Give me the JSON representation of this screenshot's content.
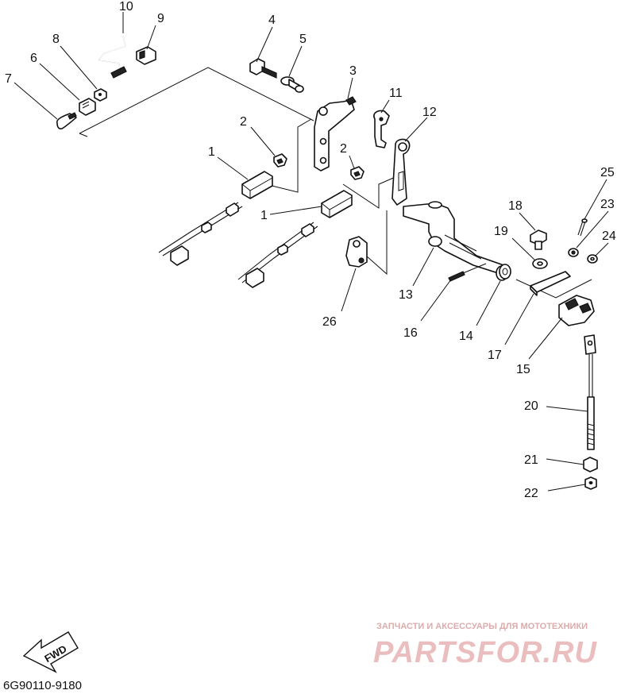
{
  "diagram": {
    "part_labels": {
      "p1a": "1",
      "p1b": "1",
      "p2a": "2",
      "p2b": "2",
      "p3": "3",
      "p4": "4",
      "p5": "5",
      "p6": "6",
      "p7": "7",
      "p8": "8",
      "p9": "9",
      "p10": "10",
      "p11": "11",
      "p12": "12",
      "p13": "13",
      "p14": "14",
      "p15": "15",
      "p16": "16",
      "p17": "17",
      "p18": "18",
      "p19": "19",
      "p20": "20",
      "p21": "21",
      "p22": "22",
      "p23": "23",
      "p24": "24",
      "p25": "25",
      "p26": "26"
    },
    "direction_label": "FWD",
    "drawing_code": "6G90110-9180"
  },
  "watermark": {
    "tagline": "ЗАПЧАСТИ И АКСЕССУАРЫ ДЛЯ МОТОТЕХНИКИ",
    "brand": "PARTSFOR.RU"
  }
}
